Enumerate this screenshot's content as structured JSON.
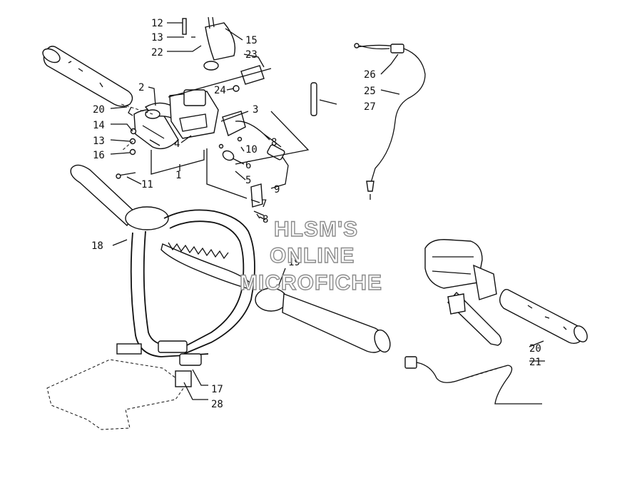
{
  "callouts": [
    {
      "id": "c1",
      "text": "1"
    },
    {
      "id": "c2",
      "text": "2"
    },
    {
      "id": "c3",
      "text": "3"
    },
    {
      "id": "c4",
      "text": "4"
    },
    {
      "id": "c5",
      "text": "5"
    },
    {
      "id": "c6",
      "text": "6"
    },
    {
      "id": "c7",
      "text": "7"
    },
    {
      "id": "c8a",
      "text": "8"
    },
    {
      "id": "c8b",
      "text": "8"
    },
    {
      "id": "c9",
      "text": "9"
    },
    {
      "id": "c10",
      "text": "10"
    },
    {
      "id": "c11",
      "text": "11"
    },
    {
      "id": "c12",
      "text": "12"
    },
    {
      "id": "c13a",
      "text": "13"
    },
    {
      "id": "c13b",
      "text": "13"
    },
    {
      "id": "c14",
      "text": "14"
    },
    {
      "id": "c15",
      "text": "15"
    },
    {
      "id": "c16",
      "text": "16"
    },
    {
      "id": "c17",
      "text": "17"
    },
    {
      "id": "c18",
      "text": "18"
    },
    {
      "id": "c19",
      "text": "19"
    },
    {
      "id": "c20a",
      "text": "20"
    },
    {
      "id": "c20b",
      "text": "20"
    },
    {
      "id": "c21",
      "text": "21"
    },
    {
      "id": "c22",
      "text": "22"
    },
    {
      "id": "c23",
      "text": "23"
    },
    {
      "id": "c24",
      "text": "24"
    },
    {
      "id": "c25",
      "text": "25"
    },
    {
      "id": "c26",
      "text": "26"
    },
    {
      "id": "c27",
      "text": "27"
    },
    {
      "id": "c28",
      "text": "28"
    }
  ],
  "watermark": {
    "line1": "HLSM'S",
    "line2": "ONLINE",
    "line3": "MICROFICHE"
  }
}
